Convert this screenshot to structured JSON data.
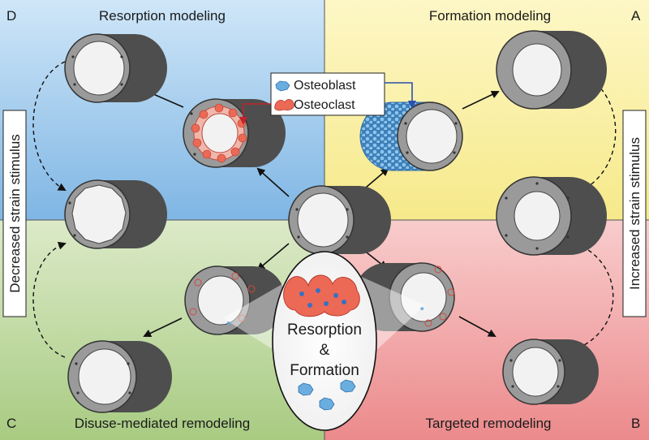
{
  "quadrants": {
    "D": {
      "letter": "D",
      "title": "Resorption modeling",
      "color": "#bcdcf4"
    },
    "A": {
      "letter": "A",
      "title": "Formation modeling",
      "color": "#fbf2a8"
    },
    "C": {
      "letter": "C",
      "title": "Disuse-mediated remodeling",
      "color": "#c8dcaa"
    },
    "B": {
      "letter": "B",
      "title": "Targeted remodeling",
      "color": "#f3b4b4"
    }
  },
  "side_labels": {
    "left": "Decreased strain stimulus",
    "right": "Increased strain stimulus"
  },
  "legend": {
    "osteoblast": "Osteoblast",
    "osteoclast": "Osteoclast",
    "osteoblast_arrow_color": "#2b4fb0",
    "osteoclast_arrow_color": "#c0242c"
  },
  "center_oval": {
    "line1": "Resorption",
    "line2": "&",
    "line3": "Formation"
  },
  "colors": {
    "cylinder_dark": "#4e4e4e",
    "cylinder_face": "#9a9a9a",
    "marrow": "#f2f2f2",
    "osteoclast": "#ec6a55",
    "osteoblast": "#5da4d8"
  }
}
